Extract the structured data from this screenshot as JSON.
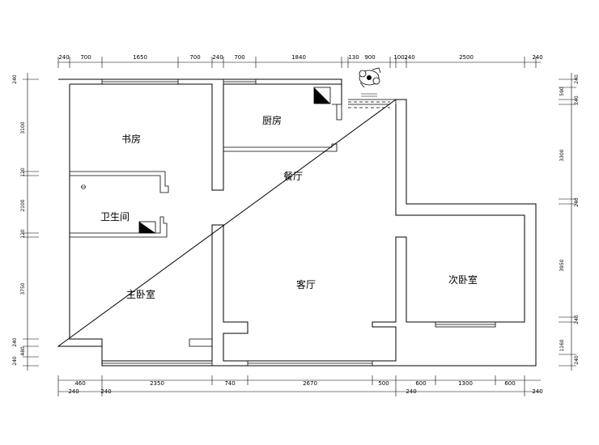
{
  "rooms": {
    "study": "书房",
    "kitchen": "厨房",
    "dining": "餐厅",
    "bathroom": "卫生间",
    "master_bedroom": "主卧室",
    "living_room": "客厅",
    "second_bedroom": "次卧室"
  },
  "dims_top": [
    "240",
    "700",
    "1650",
    "700",
    "240",
    "700",
    "1840",
    "130",
    "900",
    "100",
    "240",
    "2500",
    "240"
  ],
  "dims_bottom": [
    "460",
    "2350",
    "740",
    "2670",
    "500",
    "600",
    "1300",
    "600"
  ],
  "dims_bottom_wall": [
    "240",
    "240",
    "240",
    "240"
  ],
  "dims_left": [
    "240",
    "3100",
    "120",
    "2100",
    "120",
    "3750",
    "240",
    "480",
    "240"
  ],
  "dims_right": [
    "240",
    "590",
    "240",
    "3300",
    "240",
    "3950",
    "240",
    "1160",
    "240"
  ]
}
